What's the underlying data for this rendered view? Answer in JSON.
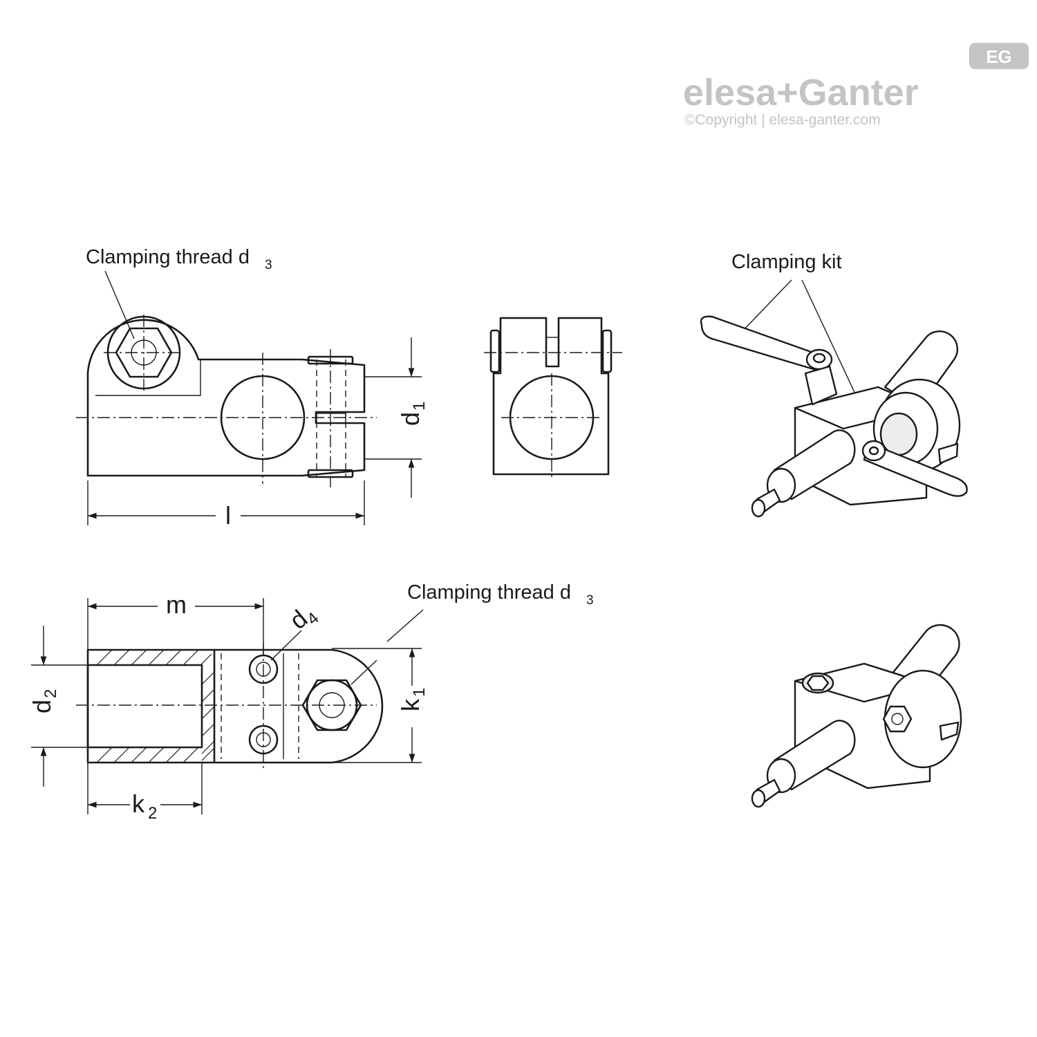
{
  "brand": {
    "logo_text": "elesa+Ganter",
    "badge_text": "EG",
    "copyright": "©Copyright | elesa-ganter.com"
  },
  "labels": {
    "clamping_thread_top": "Clamping thread d",
    "clamping_thread_top_sub": "3",
    "clamping_thread_bottom": "Clamping thread d",
    "clamping_thread_bottom_sub": "3",
    "clamping_kit": "Clamping kit"
  },
  "dimensions": {
    "d1": "d",
    "d1_sub": "1",
    "l": "l",
    "m": "m",
    "d4": "d",
    "d4_sub": "4",
    "d2": "d",
    "d2_sub": "2",
    "k1": "k",
    "k1_sub": "1",
    "k2": "k",
    "k2_sub": "2"
  }
}
